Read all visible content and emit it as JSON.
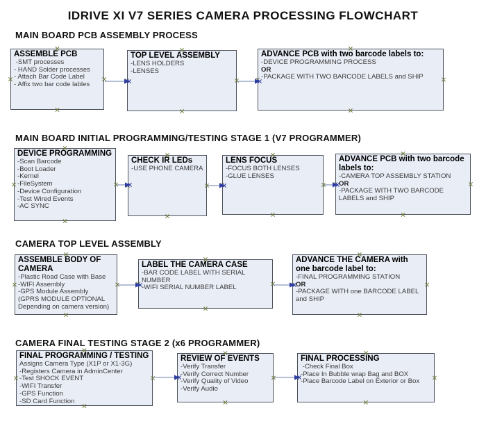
{
  "title": "IDRIVE XI V7 SERIES CAMERA PROCESSING FLOWCHART",
  "colors": {
    "box_fill": "#e9edf6",
    "box_border": "#4d525c",
    "body_text": "#3a3a3a",
    "arrow_line": "#8796bd",
    "arrow_head": "#2b3aa5",
    "connection_marker": "#6e7b3c"
  },
  "sections": [
    {
      "header": "MAIN BOARD PCB ASSEMBLY PROCESS",
      "boxes": [
        {
          "title": "ASSEMBLE PCB",
          "lines": [
            " -SMT processes",
            "- HAND Solder processes",
            "- Attach Bar Code Label",
            "- Affix two bar code lables"
          ],
          "bold_lines": []
        },
        {
          "title": "TOP LEVEL ASSEMBLY",
          "lines": [
            "-LENS HOLDERS",
            "-LENSES"
          ],
          "bold_lines": []
        },
        {
          "title": "ADVANCE PCB with two barcode labels to:",
          "lines": [
            "-DEVICE PROGRAMMING PROCESS",
            "OR",
            "-PACKAGE WITH TWO BARCODE LABELS and SHIP"
          ],
          "bold_lines": [
            1
          ]
        }
      ]
    },
    {
      "header": "MAIN BOARD INITIAL PROGRAMMING/TESTING STAGE 1 (V7 PROGRAMMER)",
      "boxes": [
        {
          "title": "DEVICE PROGRAMMING",
          "lines": [
            "-Scan Barcode",
            "-Boot Loader",
            "-Kernel",
            "-FileSystem",
            "-Device Configuration",
            "-Test Wired Events",
            "-AC SYNC"
          ],
          "bold_lines": []
        },
        {
          "title": "CHECK IR LEDs",
          "lines": [
            "-USE PHONE CAMERA"
          ],
          "bold_lines": []
        },
        {
          "title": "LENS FOCUS",
          "lines": [
            "-FOCUS BOTH LENSES",
            "-GLUE LENSES"
          ],
          "bold_lines": []
        },
        {
          "title": "ADVANCE PCB with two barcode labels to:",
          "lines": [
            "-CAMERA TOP ASSEMBLY STATION",
            "OR",
            "-PACKAGE WITH TWO BARCODE LABELS and SHIP"
          ],
          "bold_lines": [
            1
          ]
        }
      ]
    },
    {
      "header": "CAMERA TOP LEVEL ASSEMBLY",
      "boxes": [
        {
          "title": "ASSEMBLE BODY OF CAMERA",
          "lines": [
            "-Plastic Road Case with Base",
            "-WIFI Assembly",
            "-GPS Module Assembly",
            "(GPRS MODULE OPTIONAL Depending on camera version)"
          ],
          "bold_lines": []
        },
        {
          "title": "LABEL THE CAMERA CASE",
          "lines": [
            "-BAR CODE LABEL WITH SERIAL NUMBER",
            "-WIFI SERIAL NUMBER LABEL"
          ],
          "bold_lines": []
        },
        {
          "title": "ADVANCE THE CAMERA with one barcode label to:",
          "lines": [
            "-FINAL PROGRAMMING STATION",
            "OR",
            "-PACKAGE WITH one BARCODE LABEL and SHIP"
          ],
          "bold_lines": [
            1
          ]
        }
      ]
    },
    {
      "header": "CAMERA FINAL TESTING STAGE 2 (x6 PROGRAMMER)",
      "boxes": [
        {
          "title": "FINAL PROGRAMMING / TESTING",
          "lines": [
            "Assigns Camera Type (X1P or X1-3G)",
            "-Registers Camera in AdminCenter",
            "-Test SHOCK EVENT",
            "-WIFI Transfer",
            "-GPS Function",
            "-SD Card Function"
          ],
          "bold_lines": []
        },
        {
          "title": "REVIEW OF EVENTS",
          "lines": [
            "-Verify Transfer",
            "-Verify Correct Number",
            "-Verify Quality of Video",
            "-Verify Audio"
          ],
          "bold_lines": []
        },
        {
          "title": "FINAL PROCESSING",
          "lines": [
            " -Check Final Box",
            "-Place In Bubble wrap Bag and BOX",
            "-Place Barcode Label on Exterior or Box"
          ],
          "bold_lines": []
        }
      ]
    }
  ]
}
